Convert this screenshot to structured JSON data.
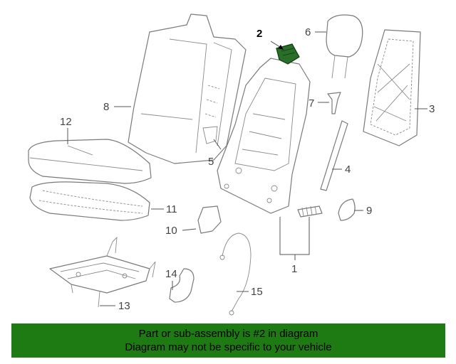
{
  "diagram": {
    "highlight_color": "#2a6e2a",
    "callouts": {
      "c1": "1",
      "c2": "2",
      "c3": "3",
      "c4": "4",
      "c5": "5",
      "c6": "6",
      "c7": "7",
      "c8": "8",
      "c9": "9",
      "c10": "10",
      "c11": "11",
      "c12": "12",
      "c13": "13",
      "c14": "14",
      "c15": "15"
    }
  },
  "banner": {
    "line1": "Part or sub-assembly is #2 in diagram",
    "line2": "Diagram may not be specific to your vehicle",
    "color": "#1e7a12"
  }
}
